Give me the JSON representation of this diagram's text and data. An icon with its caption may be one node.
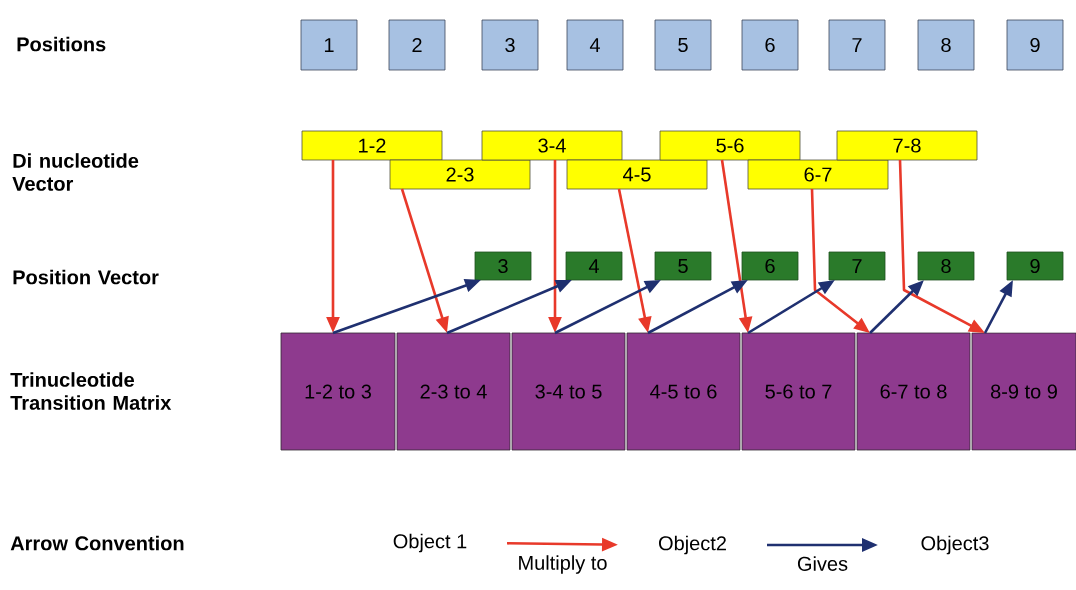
{
  "diagram": {
    "nodes": [
      {
        "text": [
          "1"
        ]
      },
      {
        "text": [
          "2"
        ]
      },
      {
        "text": [
          "3"
        ]
      },
      {
        "text": [
          "4"
        ]
      },
      {
        "text": [
          "5"
        ]
      },
      {
        "text": [
          "6"
        ]
      },
      {
        "text": [
          "7"
        ]
      },
      {
        "text": [
          "8"
        ]
      },
      {
        "text": [
          "9"
        ]
      },
      {
        "text": [
          "1-2"
        ]
      },
      {
        "text": [
          "2-3"
        ]
      },
      {
        "text": [
          "3-4"
        ]
      },
      {
        "text": [
          "4-5"
        ]
      },
      {
        "text": [
          "5-6"
        ]
      },
      {
        "text": [
          "6-7"
        ]
      },
      {
        "text": [
          "7-8"
        ]
      },
      {
        "text": [
          "3"
        ]
      },
      {
        "text": [
          "4"
        ]
      },
      {
        "text": [
          "5"
        ]
      },
      {
        "text": [
          "6"
        ]
      },
      {
        "text": [
          "7"
        ]
      },
      {
        "text": [
          "8"
        ]
      },
      {
        "text": [
          "9"
        ]
      },
      {
        "text": [
          "1-2 to 3"
        ]
      },
      {
        "text": [
          "2-3 to 4"
        ]
      },
      {
        "text": [
          "3-4 to 5"
        ]
      },
      {
        "text": [
          "4-5 to 6"
        ]
      },
      {
        "text": [
          "5-6 to 7"
        ]
      },
      {
        "text": [
          "6-7 to 8"
        ]
      },
      {
        "text": [
          "8-9 to 9"
        ]
      },
      {
        "text": [
          "Object 1"
        ]
      },
      {
        "text": [
          "Object2"
        ]
      },
      {
        "text": [
          "Object3"
        ]
      }
    ],
    "edges": [
      {
        "from": 9,
        "to": 23,
        "arrow": "to",
        "color": "#e8392a"
      },
      {
        "from": 10,
        "to": 24,
        "arrow": "to",
        "color": "#e8392a"
      },
      {
        "from": 11,
        "to": 25,
        "arrow": "to",
        "color": "#e8392a"
      },
      {
        "from": 12,
        "to": 26,
        "arrow": "to",
        "color": "#e8392a"
      },
      {
        "from": 13,
        "to": 27,
        "arrow": "to",
        "color": "#e8392a"
      },
      {
        "from": 14,
        "to": 28,
        "arrow": "to",
        "color": "#e8392a"
      },
      {
        "from": 15,
        "to": 29,
        "arrow": "to",
        "color": "#e8392a"
      },
      {
        "from": 23,
        "to": 16,
        "arrow": "to",
        "color": "#1f3070"
      },
      {
        "from": 24,
        "to": 17,
        "arrow": "to",
        "color": "#1f3070"
      },
      {
        "from": 25,
        "to": 18,
        "arrow": "to",
        "color": "#1f3070"
      },
      {
        "from": 26,
        "to": 19,
        "arrow": "to",
        "color": "#1f3070"
      },
      {
        "from": 27,
        "to": 20,
        "arrow": "to",
        "color": "#1f3070"
      },
      {
        "from": 28,
        "to": 21,
        "arrow": "to",
        "color": "#1f3070"
      },
      {
        "from": 29,
        "to": 22,
        "arrow": "to",
        "color": "#1f3070"
      },
      {
        "from": 30,
        "to": 31,
        "arrow": "to",
        "label": "Multiply to",
        "color": "#e8392a"
      },
      {
        "from": 31,
        "to": 32,
        "arrow": "to",
        "label": "Gives",
        "color": "#1f3070"
      }
    ],
    "labels": [
      "Positions",
      "Di nucleotide Vector",
      "Position Vector",
      "Trinucleotide Transition Matrix",
      "Arrow Convention"
    ]
  }
}
